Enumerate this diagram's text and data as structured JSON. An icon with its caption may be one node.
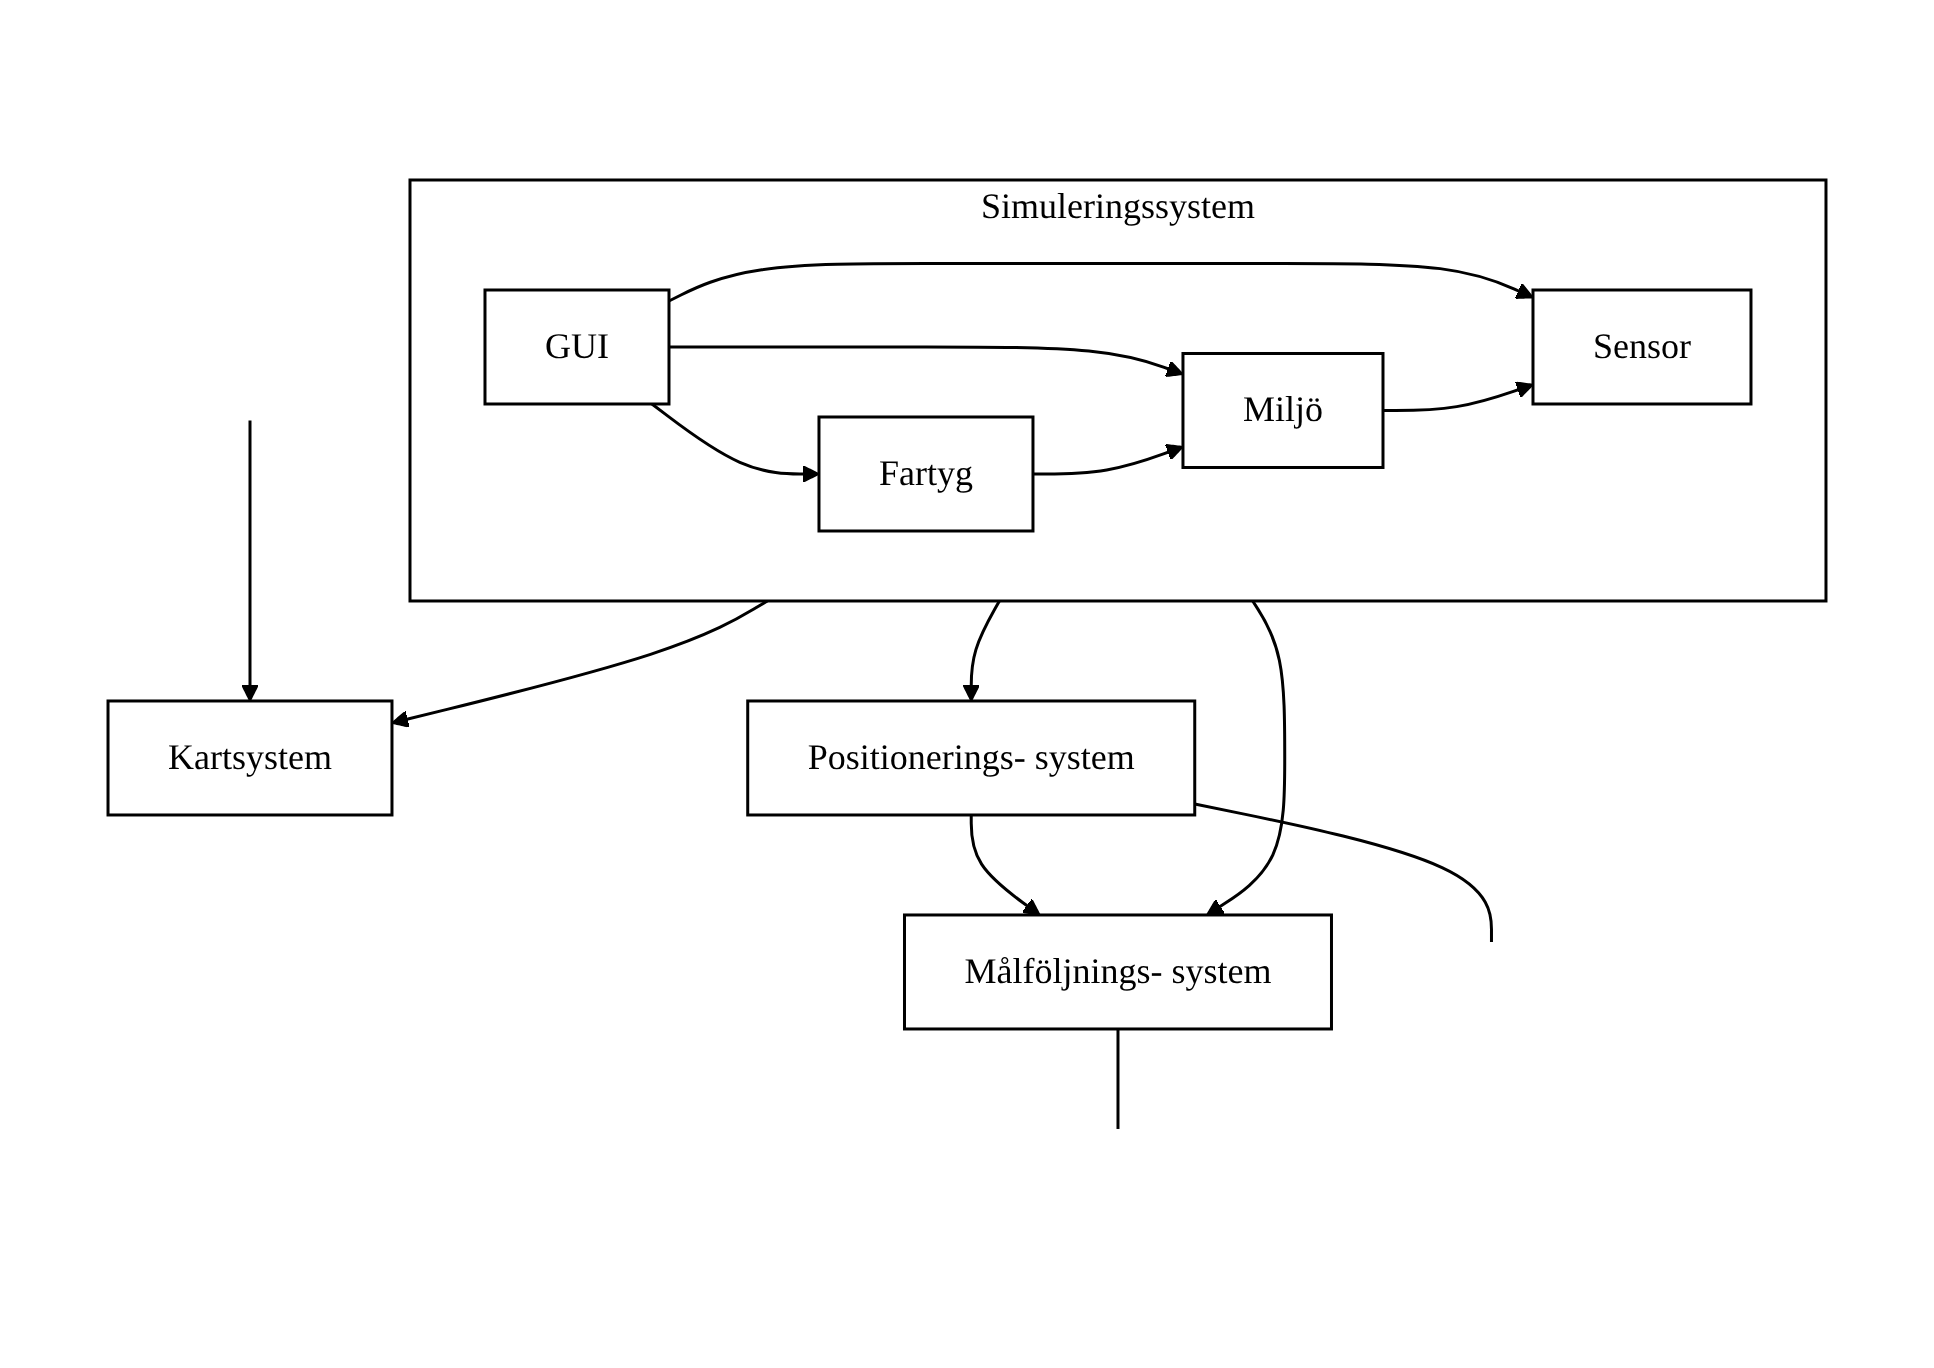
{
  "diagram": {
    "nodes": [
      {
        "text": [
          "Simuleringssystem"
        ]
      },
      {
        "text": [
          "GUI"
        ],
        "in": 0
      },
      {
        "text": [
          "Fartyg"
        ],
        "in": 0
      },
      {
        "text": [
          "Miljö"
        ],
        "in": 0
      },
      {
        "text": [
          "Sensor"
        ],
        "in": 0
      },
      {
        "text": [
          "Kartsystem"
        ]
      },
      {
        "text": [
          "Positionerings- system"
        ]
      },
      {
        "text": [
          "Målföljnings- system"
        ]
      }
    ],
    "edges": [
      {
        "from": 1,
        "to": 2,
        "arrow": "to"
      },
      {
        "from": 1,
        "to": 3,
        "arrow": "to"
      },
      {
        "from": 1,
        "to": 4,
        "arrow": "to"
      },
      {
        "from": 2,
        "to": 3,
        "arrow": "to"
      },
      {
        "from": 3,
        "to": 4,
        "arrow": "to"
      },
      {
        "from": 0,
        "to": 5,
        "arrow": "to"
      },
      {
        "from": 0,
        "to": 6,
        "arrow": "to"
      },
      {
        "from": 0,
        "to": 7,
        "arrow": "to"
      },
      {
        "from": 6,
        "to": 7,
        "arrow": "to"
      },
      {
        "from": 6,
        "to": null,
        "arrow": "none"
      },
      {
        "from": 7,
        "to": null,
        "arrow": "none"
      },
      {
        "from": null,
        "to": 5,
        "arrow": "to"
      }
    ]
  }
}
